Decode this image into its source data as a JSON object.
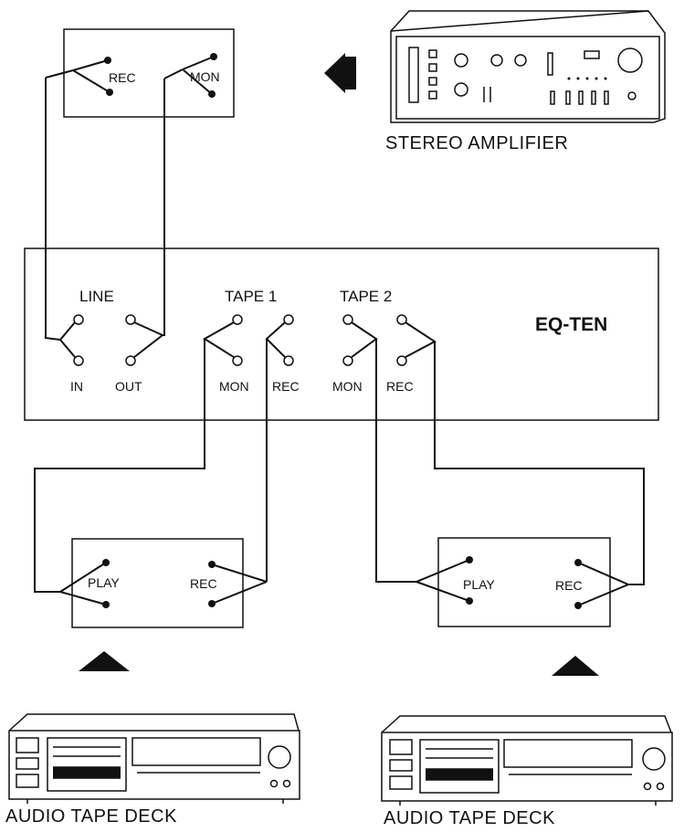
{
  "amplifier": {
    "label": "STEREO AMPLIFIER",
    "rec_label": "REC",
    "mon_label": "MON"
  },
  "eq": {
    "name": "EQ-TEN",
    "line_label": "LINE",
    "tape1_label": "TAPE 1",
    "tape2_label": "TAPE 2",
    "in_label": "IN",
    "out_label": "OUT",
    "tape1_mon": "MON",
    "tape1_rec": "REC",
    "tape2_mon": "MON",
    "tape2_rec": "REC"
  },
  "deck1": {
    "label": "AUDIO TAPE DECK",
    "play_label": "PLAY",
    "rec_label": "REC"
  },
  "deck2": {
    "label": "AUDIO TAPE DECK",
    "play_label": "PLAY",
    "rec_label": "REC"
  }
}
